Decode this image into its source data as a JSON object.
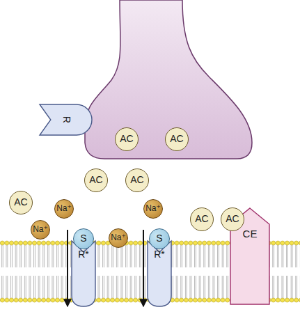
{
  "diagram": {
    "nodes": [
      {
        "text": [
          "R"
        ]
      },
      {
        "text": [
          "AC"
        ]
      },
      {
        "text": [
          "AC"
        ]
      },
      {
        "text": [
          "AC"
        ]
      },
      {
        "text": [
          "AC"
        ]
      },
      {
        "text": [
          "AC"
        ]
      },
      {
        "text": [
          "Na⁺"
        ]
      },
      {
        "text": [
          "Na⁺"
        ]
      },
      {
        "text": [
          "AC"
        ]
      },
      {
        "text": [
          "AC"
        ]
      },
      {
        "text": [
          "Na⁺"
        ]
      },
      {
        "text": [
          "S"
        ]
      },
      {
        "text": [
          "Na⁺"
        ]
      },
      {
        "text": [
          "S"
        ]
      },
      {
        "text": [
          "R*"
        ]
      },
      {
        "text": [
          "R*"
        ]
      },
      {
        "text": [
          "CE"
        ]
      }
    ]
  }
}
